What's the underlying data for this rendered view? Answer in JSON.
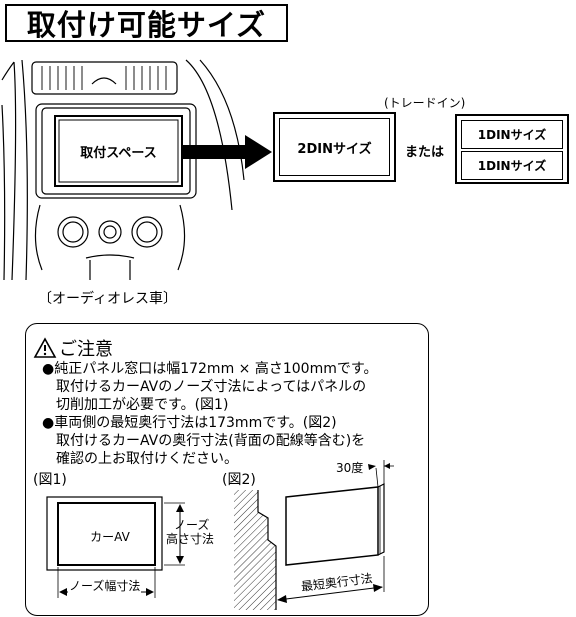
{
  "title": "取付け可能サイズ",
  "diagram": {
    "mount_space_label": "取付スペース",
    "double_din_label": "2DINサイズ",
    "or_label": "または",
    "tray_in_label": "(トレードイン)",
    "single_din_labels": [
      "1DINサイズ",
      "1DINサイズ"
    ],
    "car_type_label": "〔オーディオレス車〕"
  },
  "caution": {
    "title": "ご注意",
    "point1_line1": "●純正パネル窓口は幅172mm × 高さ100mmです。",
    "point1_line2": "取付けるカーAVのノーズ寸法によってはパネルの",
    "point1_line3": "切削加工が必要です。(図1)",
    "point2_line1": "●車両側の最短奥行寸法は173mmです。(図2)",
    "point2_line2": "取付けるカーAVの奥行寸法(背面の配線等含む)を",
    "point2_line3": "確認の上お取付けください。",
    "fig1_label": "(図1)",
    "fig2_label": "(図2)",
    "fig1_unit_label": "カーAV",
    "fig1_height_label_line1": "ノーズ",
    "fig1_height_label_line2": "高さ寸法",
    "fig1_width_label": "ノーズ幅寸法",
    "fig2_depth_label": "最短奥行寸法",
    "fig2_gap_label": "30度"
  }
}
